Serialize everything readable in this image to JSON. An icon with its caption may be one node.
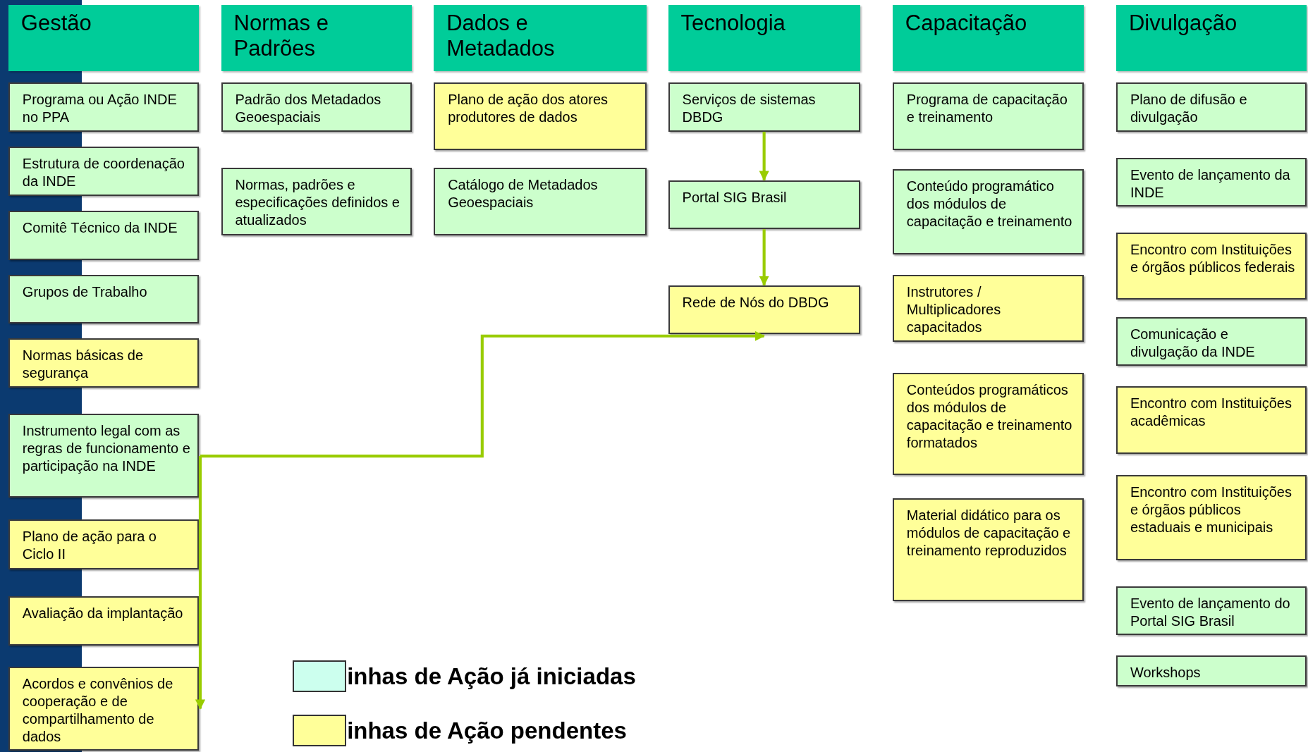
{
  "diagram": {
    "nodes": [
      {
        "text": [
          "Gestão"
        ]
      },
      {
        "text": [
          "Programa ou Ação INDE no PPA"
        ]
      },
      {
        "text": [
          "Estrutura de coordenação da INDE"
        ]
      },
      {
        "text": [
          "Comitê Técnico da INDE"
        ]
      },
      {
        "text": [
          "Grupos de Trabalho"
        ]
      },
      {
        "text": [
          "Normas básicas de segurança"
        ]
      },
      {
        "text": [
          "Instrumento legal com as regras de funcionamento e participação na INDE"
        ]
      },
      {
        "text": [
          "Plano de ação para o Ciclo II"
        ]
      },
      {
        "text": [
          "Avaliação da implantação"
        ]
      },
      {
        "text": [
          "Acordos e convênios de cooperação e de compartilhamento de dados"
        ]
      },
      {
        "text": [
          "Normas e Padrões"
        ]
      },
      {
        "text": [
          "Padrão dos Metadados Geoespaciais"
        ]
      },
      {
        "text": [
          "Normas, padrões e especificações definidos e atualizados"
        ]
      },
      {
        "text": [
          "Dados e Metadados"
        ]
      },
      {
        "text": [
          "Plano de ação dos atores produtores de dados"
        ]
      },
      {
        "text": [
          "Catálogo de Metadados Geoespaciais"
        ]
      },
      {
        "text": [
          "Tecnologia"
        ]
      },
      {
        "text": [
          "Serviços de sistemas DBDG"
        ]
      },
      {
        "text": [
          "Portal SIG Brasil"
        ]
      },
      {
        "text": [
          "Rede de Nós do DBDG"
        ]
      },
      {
        "text": [
          "Capacitação"
        ]
      },
      {
        "text": [
          "Programa de capacitação e treinamento"
        ]
      },
      {
        "text": [
          "Conteúdo programático dos módulos de capacitação e treinamento"
        ]
      },
      {
        "text": [
          "Instrutores / Multiplicadores capacitados"
        ]
      },
      {
        "text": [
          "Conteúdos programáticos dos módulos de capacitação e treinamento formatados"
        ]
      },
      {
        "text": [
          "Material didático para os módulos de capacitação e treinamento reproduzidos"
        ]
      },
      {
        "text": [
          "Divulgação"
        ]
      },
      {
        "text": [
          "Plano de difusão e divulgação"
        ]
      },
      {
        "text": [
          "Evento de lançamento da INDE"
        ]
      },
      {
        "text": [
          "Encontro com Instituições e órgãos públicos federais"
        ]
      },
      {
        "text": [
          "Comunicação e divulgação da INDE"
        ]
      },
      {
        "text": [
          "Encontro com Instituições acadêmicas"
        ]
      },
      {
        "text": [
          "Encontro com Instituições e órgãos públicos estaduais e municipais"
        ]
      },
      {
        "text": [
          "Evento de lançamento do Portal SIG Brasil"
        ]
      },
      {
        "text": [
          "Workshops"
        ]
      }
    ],
    "edges": [
      {
        "from": 17,
        "to": 18,
        "arrow": "to"
      },
      {
        "from": 18,
        "to": 19,
        "arrow": "to"
      },
      {
        "from": 6,
        "to": 9,
        "arrow": "to"
      },
      {
        "from": 6,
        "to": 19,
        "arrow": "to"
      }
    ],
    "legend": [
      {
        "text": "inhas de Ação já iniciadas",
        "color": "#ccffee"
      },
      {
        "text": "inhas de Ação pendentes",
        "color": "#ffff99"
      }
    ]
  }
}
